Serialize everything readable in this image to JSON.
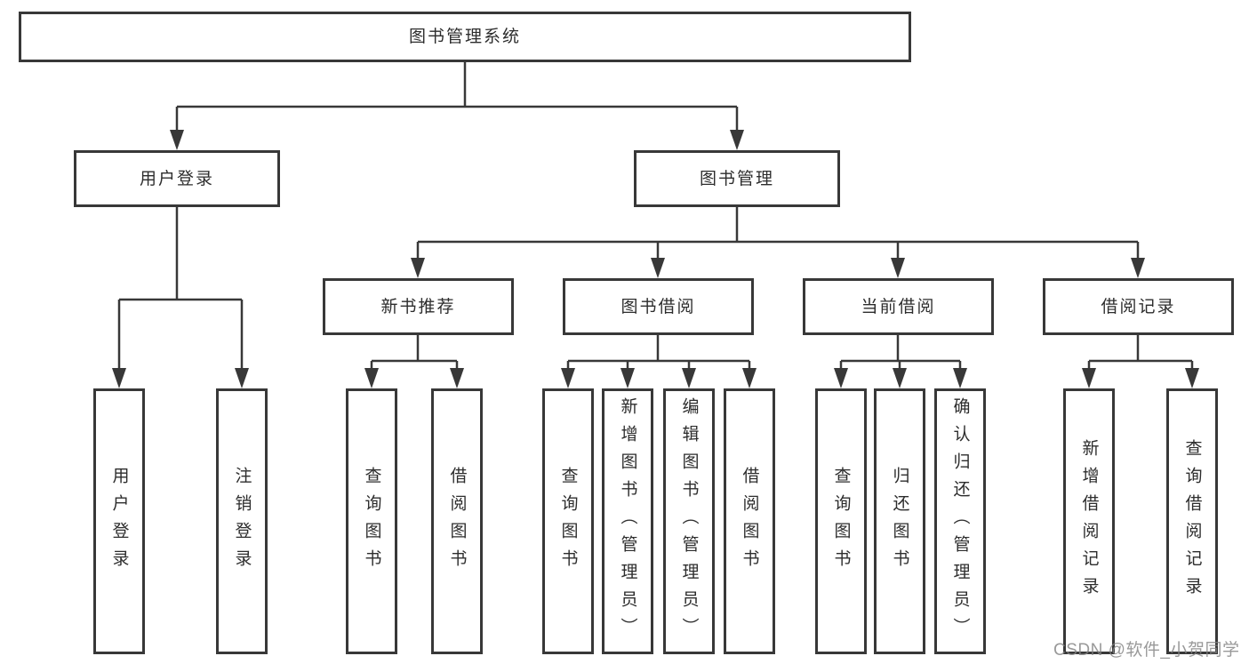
{
  "colors": {
    "line": "#383838",
    "box_border": "#383838",
    "text": "#2d2d2d",
    "background": "#ffffff",
    "watermark": "#828282"
  },
  "nodes": {
    "root": "图书管理系统",
    "level2": {
      "user_login": "用户登录",
      "book_mgmt": "图书管理"
    },
    "level3": {
      "new_book_rec": "新书推荐",
      "book_borrow": "图书借阅",
      "current_borrow": "当前借阅",
      "borrow_records": "借阅记录"
    },
    "leaves": {
      "user_login": [
        "用户登录",
        "注销登录"
      ],
      "new_book_rec": [
        "查询图书",
        "借阅图书"
      ],
      "book_borrow": [
        "查询图书",
        "新增图书（管理员）",
        "编辑图书（管理员）",
        "借阅图书"
      ],
      "current_borrow": [
        "查询图书",
        "归还图书",
        "确认归还（管理员）"
      ],
      "borrow_records": [
        "新增借阅记录",
        "查询借阅记录"
      ]
    }
  },
  "watermark": {
    "text": "CSDN @软件_小贺同学"
  }
}
